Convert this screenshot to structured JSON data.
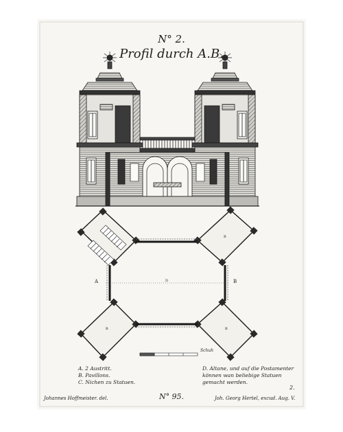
{
  "plate": {
    "number": "N° 2.",
    "title": "Profil durch A.B."
  },
  "legend_left": [
    "A. 2 Austritt.",
    "B. Pavillons.",
    "C. Nichen zu Statuen."
  ],
  "legend_right": [
    "D. Altane, und auf die Postamenter",
    "können wan beliebige Statuen",
    "gemacht werden."
  ],
  "credits": {
    "left": "Johannes Hoffmeister. del.",
    "center": "N° 95.",
    "right": "Joh. Georg Hertel, excud. Aug. V.",
    "corner": "2."
  },
  "plan_labels": {
    "a": "A",
    "b": "B",
    "d": "D",
    "pavilion": "B"
  },
  "scale": {
    "label": "Schuh"
  }
}
